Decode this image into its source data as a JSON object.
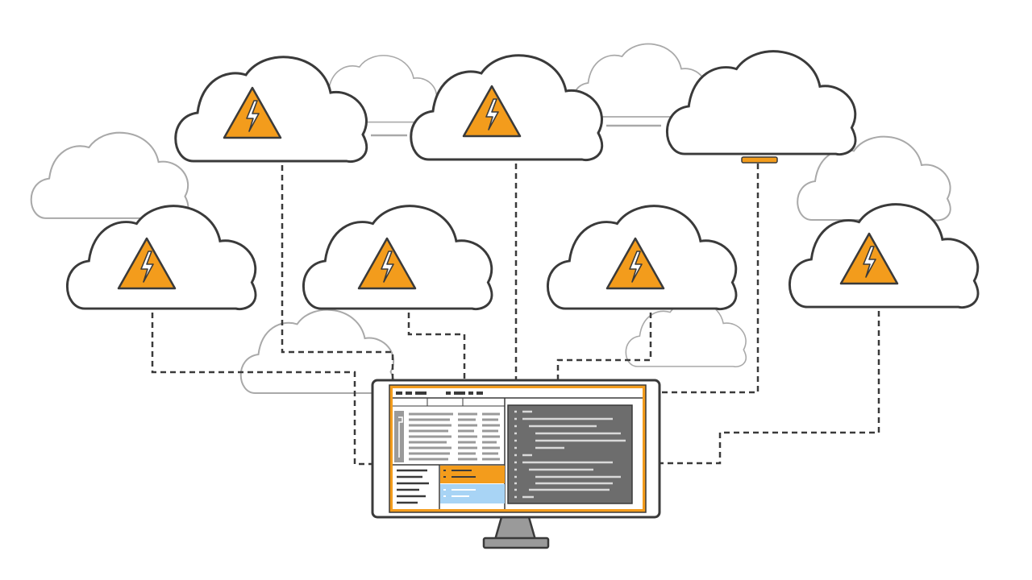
{
  "colors": {
    "background": "#ffffff",
    "cloud_stroke": "#3a3a3a",
    "ghost_cloud_stroke": "#a9a9a9",
    "warning_fill": "#f39c1c",
    "warning_stroke": "#3a3a3a",
    "monitor_frame": "#3a3a3a",
    "monitor_inner_border": "#f39c1c",
    "monitor_stand": "#8a8a8a",
    "editor_panel": "#6d6d6d",
    "panel_highlight_orange": "#f39c1c",
    "panel_highlight_blue": "#a8d4f5",
    "text_line": "#8f8f8f",
    "editor_text_line": "#d9d9d9"
  },
  "diagram": {
    "clouds": [
      {
        "id": "cloud-top-1",
        "icon": "warning-lightning-icon",
        "status": "alert"
      },
      {
        "id": "cloud-top-2",
        "icon": "warning-lightning-icon",
        "status": "alert"
      },
      {
        "id": "cloud-top-3",
        "icon": "none",
        "status": "connected"
      },
      {
        "id": "cloud-mid-1",
        "icon": "warning-lightning-icon",
        "status": "alert"
      },
      {
        "id": "cloud-mid-2",
        "icon": "warning-lightning-icon",
        "status": "alert"
      },
      {
        "id": "cloud-mid-3",
        "icon": "warning-lightning-icon",
        "status": "alert"
      },
      {
        "id": "cloud-mid-4",
        "icon": "warning-lightning-icon",
        "status": "alert"
      }
    ],
    "connection_style": "dashed",
    "hub": {
      "icon": "monitor-icon"
    }
  }
}
